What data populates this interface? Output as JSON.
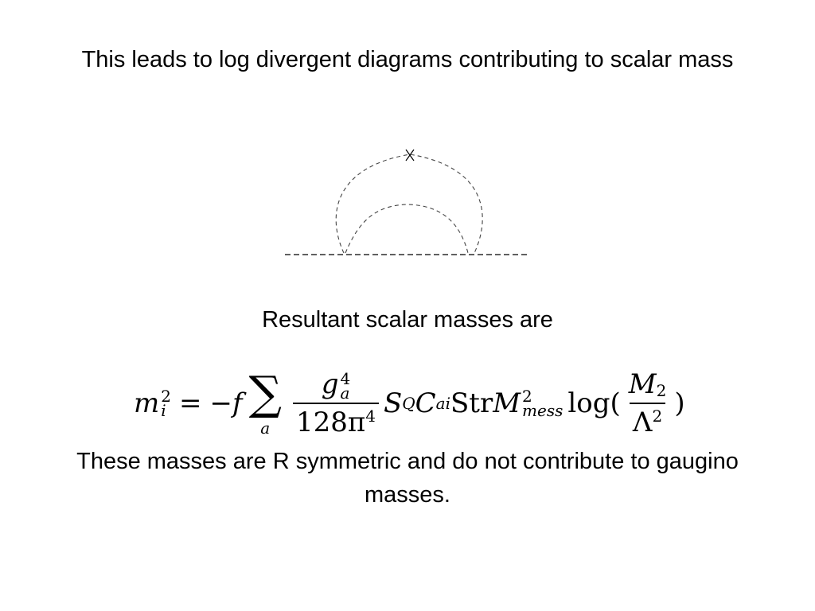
{
  "slide": {
    "title": "This leads to log divergent  diagrams contributing to scalar mass",
    "subtitle": "Resultant scalar masses are",
    "conclusion": "These masses are R symmetric and do not contribute to gaugino masses.",
    "equation": {
      "lhs_m": "m",
      "lhs_sub": "i",
      "lhs_sup": "2",
      "equals": "=",
      "minus_f": "−f",
      "sigma": "∑",
      "sum_index": "a",
      "frac1_num_g": "g",
      "frac1_num_sub": "a",
      "frac1_num_sup": "4",
      "frac1_den": "128π",
      "frac1_den_sup": "4",
      "S": "S",
      "S_sub": "Q",
      "C": "C",
      "C_sub": "ai",
      "str": "Str",
      "M": "M",
      "M_sup": "2",
      "M_sub": "mess",
      "log": "log(",
      "frac2_num": "M",
      "frac2_num_sup": "2",
      "frac2_den": "Λ",
      "frac2_den_sup": "2",
      "close": ")"
    }
  }
}
